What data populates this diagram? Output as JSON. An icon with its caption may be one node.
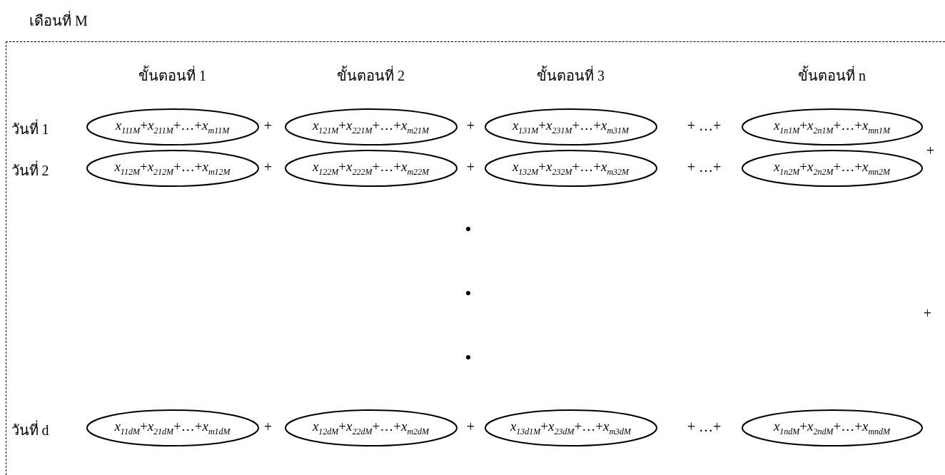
{
  "diagram": {
    "nodes": [
      {
        "text": [
          "เดือนที่ M"
        ]
      },
      {
        "text": [
          "*x*$_{111M}$+*x*$_{211M}$+…+*x*$_{m11M}$"
        ],
        "in": 0
      },
      {
        "text": [
          "*x*$_{121M}$+*x*$_{221M}$+…+*x*$_{m21M}$"
        ],
        "in": 0
      },
      {
        "text": [
          "*x*$_{131M}$+*x*$_{231M}$+…+*x*$_{m31M}$"
        ],
        "in": 0
      },
      {
        "text": [
          "*x*$_{1n1M}$+*x*$_{2n1M}$+…+*x*$_{mn1M}$"
        ],
        "in": 0
      },
      {
        "text": [
          "*x*$_{112M}$+*x*$_{212M}$+…+*x*$_{m12M}$"
        ],
        "in": 0
      },
      {
        "text": [
          "*x*$_{122M}$+*x*$_{222M}$+…+*x*$_{m22M}$"
        ],
        "in": 0
      },
      {
        "text": [
          "*x*$_{132M}$+*x*$_{232M}$+…+*x*$_{m32M}$"
        ],
        "in": 0
      },
      {
        "text": [
          "*x*$_{1n2M}$+*x*$_{2n2M}$+…+*x*$_{mn2M}$"
        ],
        "in": 0
      },
      {
        "text": [
          "*x*$_{11dM}$+*x*$_{21dM}$+…+*x*$_{m1dM}$"
        ],
        "in": 0
      },
      {
        "text": [
          "*x*$_{12dM}$+*x*$_{22dM}$+…+*x*$_{m2dM}$"
        ],
        "in": 0
      },
      {
        "text": [
          "*x*$_{13d1M}$+*x*$_{23dM}$+…+*x*$_{m3dM}$"
        ],
        "in": 0
      },
      {
        "text": [
          "*x*$_{1ndM}$+*x*$_{2ndM}$+…+*x*$_{mndM}$"
        ],
        "in": 0
      }
    ],
    "labels": [
      "ขั้นตอนที่ 1",
      "ขั้นตอนที่ 2",
      "ขั้นตอนที่ 3",
      "ขั้นตอนที่ n",
      "วันที่ 1",
      "+",
      "+",
      "+ …+",
      "วันที่ 2",
      "+",
      "+",
      "+ …+",
      "+",
      "+",
      "วันที่ d",
      "+",
      "+",
      "+ …+"
    ]
  }
}
